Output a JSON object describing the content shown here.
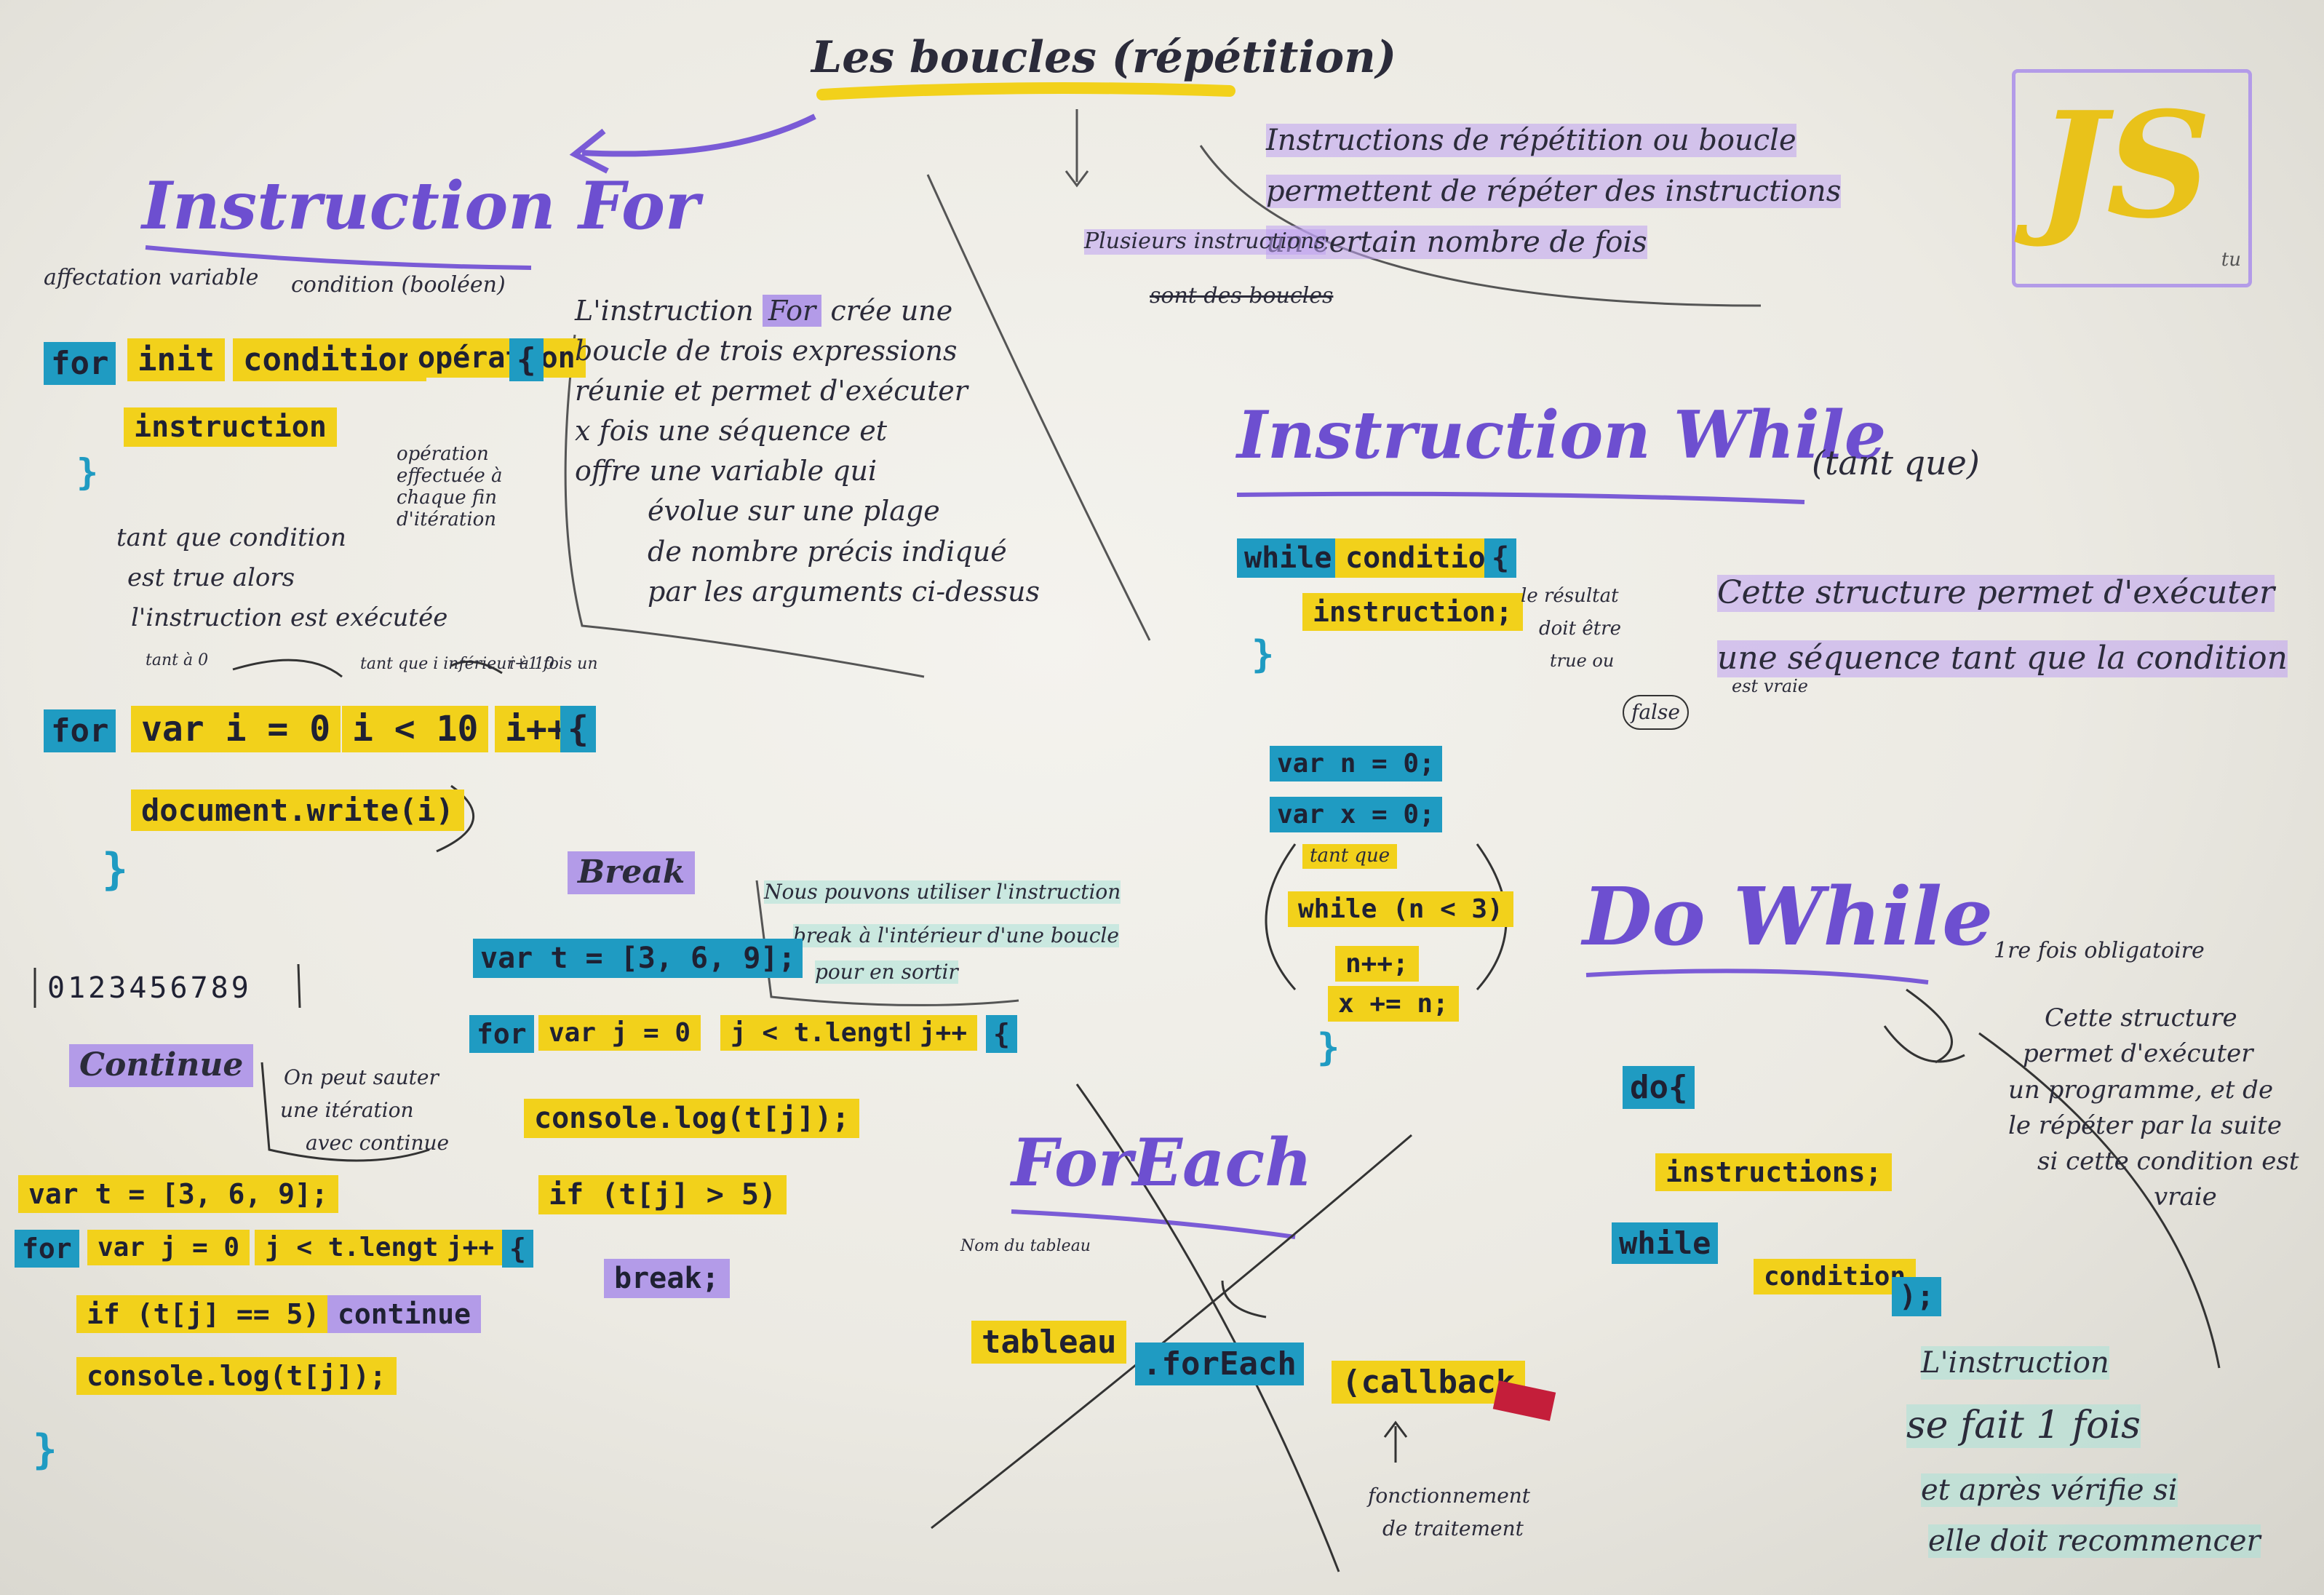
{
  "header": {
    "title": "Les boucles (répétition)",
    "subtitle_note_1": "Instructions de répétition ou boucle",
    "subtitle_note_2": "permettent de répéter des instructions",
    "subtitle_note_3": "un certain nombre de fois",
    "plusieurs_note": "Plusieurs instructions",
    "plusieurs_note_2": "sont des boucles"
  },
  "logo": {
    "text": "JS",
    "suffix": "tu"
  },
  "for_section": {
    "title": "Instruction For",
    "label_affectation": "affectation variable",
    "label_condition": "condition (booléen)",
    "code_for": "for",
    "code_init": "init",
    "code_condition": "condition",
    "code_operation": "opération",
    "code_instruction": "instruction",
    "label_operation": "opération effectuée à chaque fin d'itération",
    "desc_1": "tant que condition",
    "desc_2": "est true alors",
    "desc_3": "l'instruction est exécutée",
    "explain_1": "L'instruction",
    "explain_kw": "For",
    "explain_1b": "crée une",
    "explain_2": "boucle de trois expressions",
    "explain_3": "réunie et permet d'exécuter",
    "explain_4": "x fois une séquence et",
    "explain_5": "offre une variable qui",
    "explain_6": "évolue sur une plage",
    "explain_7": "de nombre précis indiqué",
    "explain_8": "par les arguments ci-dessus",
    "ex_label_1": "tant à 0",
    "ex_label_2": "tant que i inférieur à 10",
    "ex_label_3": "i+1 fois un",
    "ex_for": "for",
    "ex_init": "var i = 0",
    "ex_cond": "i < 10",
    "ex_op": "i++",
    "ex_body": "document.write(i)",
    "output": "0123456789"
  },
  "continue_section": {
    "title": "Continue",
    "note_1": "On peut sauter",
    "note_2": "une itération",
    "note_3": "avec continue",
    "line_1": "var t = [3, 6, 9];",
    "line_2_for": "for",
    "line_2_a": "var j = 0",
    "line_2_b": "j < t.length",
    "line_2_c": "j++",
    "line_3_if": "if (t[j] == 5)",
    "line_3_kw": "continue",
    "line_4": "console.log(t[j]);"
  },
  "break_section": {
    "title": "Break",
    "note_1": "Nous pouvons utiliser l'instruction",
    "note_2": "break à l'intérieur d'une boucle",
    "note_3": "pour en sortir",
    "line_1": "var t = [3, 6, 9];",
    "line_2_for": "for",
    "line_2_a": "var j = 0",
    "line_2_b": "j < t.length",
    "line_2_c": "j++",
    "line_3": "console.log(t[j]);",
    "line_4": "if (t[j] > 5)",
    "line_5": "break;"
  },
  "foreach_section": {
    "title": "ForEach",
    "note_tableau": "Nom du tableau",
    "code_tableau": "tableau",
    "code_foreach": ".forEach",
    "code_callback": "(callback",
    "note_callback_1": "fonctionnement",
    "note_callback_2": "de traitement"
  },
  "while_section": {
    "title": "Instruction While",
    "title_note": "(tant que)",
    "code_while": "while",
    "code_condition": "condition",
    "code_instruction": "instruction;",
    "note_result_1": "le résultat",
    "note_result_2": "doit être",
    "note_result_3": "true ou",
    "note_result_4": "false",
    "desc_1": "Cette structure permet d'exécuter",
    "desc_2": "une séquence tant que la condition",
    "desc_3": "est vraie",
    "ex_1": "var n = 0;",
    "ex_2": "var x = 0;",
    "ex_label": "tant que",
    "ex_3": "while (n < 3)",
    "ex_4": "n++;",
    "ex_5": "x += n;"
  },
  "dowhile_section": {
    "title": "Do While",
    "note_first": "1re fois obligatoire",
    "desc_1": "Cette structure",
    "desc_2": "permet d'exécuter",
    "desc_3": "un programme, et de",
    "desc_4": "le répéter par la suite",
    "desc_5": "si cette condition est",
    "desc_6": "vraie",
    "code_do": "do{",
    "code_instructions": "instructions;",
    "code_while": "while",
    "code_condition": "condition",
    "code_end": ");",
    "footer_1": "L'instruction",
    "footer_2": "se fait 1 fois",
    "footer_3": "et après vérifie si",
    "footer_4": "elle doit recommencer"
  },
  "colors": {
    "yellow": "#f2d11b",
    "blue": "#1f9bc2",
    "purple": "#6d4fd0",
    "lavender": "#b39be8",
    "ink": "#2b2b3a",
    "red": "#c41e3a"
  }
}
